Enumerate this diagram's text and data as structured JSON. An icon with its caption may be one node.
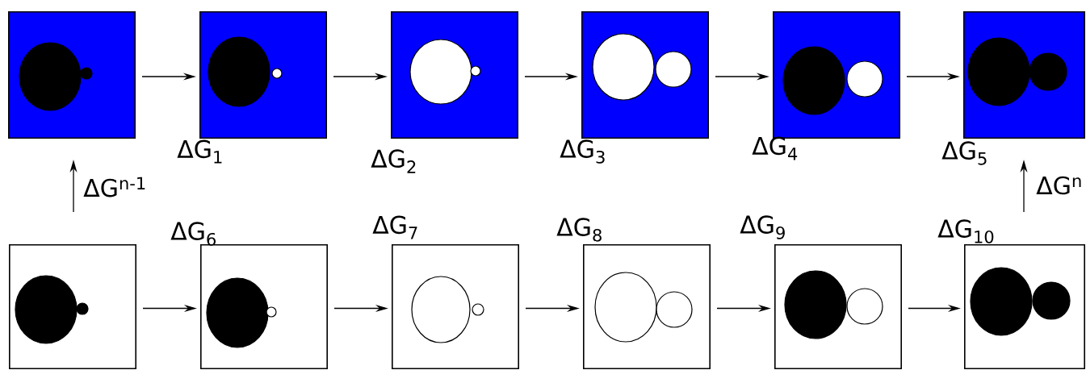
{
  "diagram": {
    "nodes": [
      {
        "text": [],
        "shape": "box"
      },
      {
        "text": [],
        "shape": "box"
      },
      {
        "text": [],
        "shape": "box"
      },
      {
        "text": [],
        "shape": "box"
      },
      {
        "text": [],
        "shape": "box"
      },
      {
        "text": [],
        "shape": "box"
      },
      {
        "text": [],
        "shape": "box"
      },
      {
        "text": [],
        "shape": "box"
      },
      {
        "text": [],
        "shape": "box"
      },
      {
        "text": [],
        "shape": "box"
      },
      {
        "text": [],
        "shape": "box"
      },
      {
        "text": [],
        "shape": "box"
      }
    ],
    "edges": [
      {
        "from": 0,
        "to": 1,
        "arrow": "to",
        "label": "ΔG$_{1}$"
      },
      {
        "from": 1,
        "to": 2,
        "arrow": "to",
        "label": "ΔG$_{2}$"
      },
      {
        "from": 2,
        "to": 3,
        "arrow": "to",
        "label": "ΔG$_{3}$"
      },
      {
        "from": 3,
        "to": 4,
        "arrow": "to",
        "label": "ΔG$_{4}$"
      },
      {
        "from": 4,
        "to": 5,
        "arrow": "to",
        "label": "ΔG$_{5}$"
      },
      {
        "from": 6,
        "to": 7,
        "arrow": "to",
        "label": "ΔG$_{6}$"
      },
      {
        "from": 7,
        "to": 8,
        "arrow": "to",
        "label": "ΔG$_{7}$"
      },
      {
        "from": 8,
        "to": 9,
        "arrow": "to",
        "label": "ΔG$_{8}$"
      },
      {
        "from": 9,
        "to": 10,
        "arrow": "to",
        "label": "ΔG$_{9}$"
      },
      {
        "from": 10,
        "to": 11,
        "arrow": "to",
        "label": "ΔG$_{10}$"
      },
      {
        "from": 6,
        "to": 0,
        "arrow": "to",
        "label": "ΔG$^{n-1}$"
      },
      {
        "from": 11,
        "to": 5,
        "arrow": "to",
        "label": "ΔG$^{n}$"
      }
    ]
  }
}
